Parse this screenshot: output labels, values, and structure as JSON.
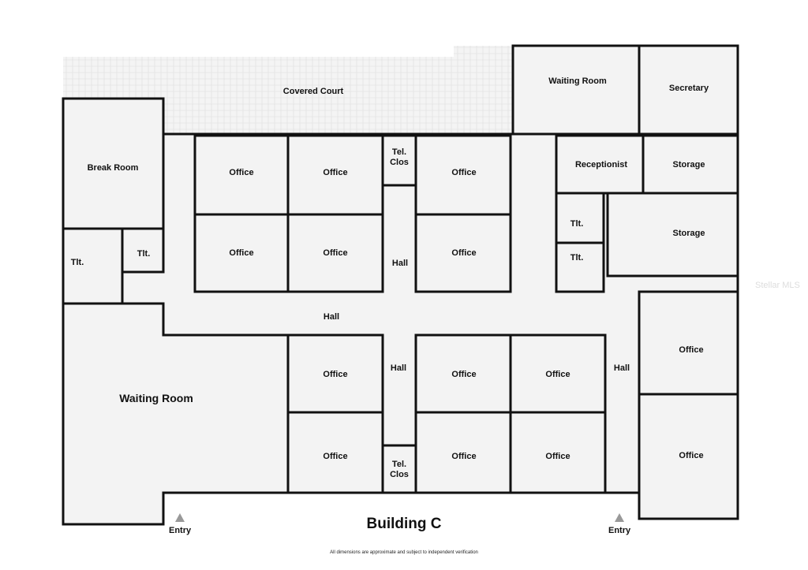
{
  "title": "Building C",
  "disclaimer": "All dimensions are approximate and subject to independent verification",
  "watermark": "Stellar MLS",
  "entries": [
    "Entry",
    "Entry"
  ],
  "rooms": {
    "covered_court": "Covered Court",
    "break_room": "Break Room",
    "tlt": "Tlt.",
    "waiting_room": "Waiting Room",
    "office": "Office",
    "tel_clos_1": "Tel.",
    "tel_clos_2": "Clos",
    "hall": "Hall",
    "secretary": "Secretary",
    "receptionist": "Receptionist",
    "storage": "Storage"
  }
}
